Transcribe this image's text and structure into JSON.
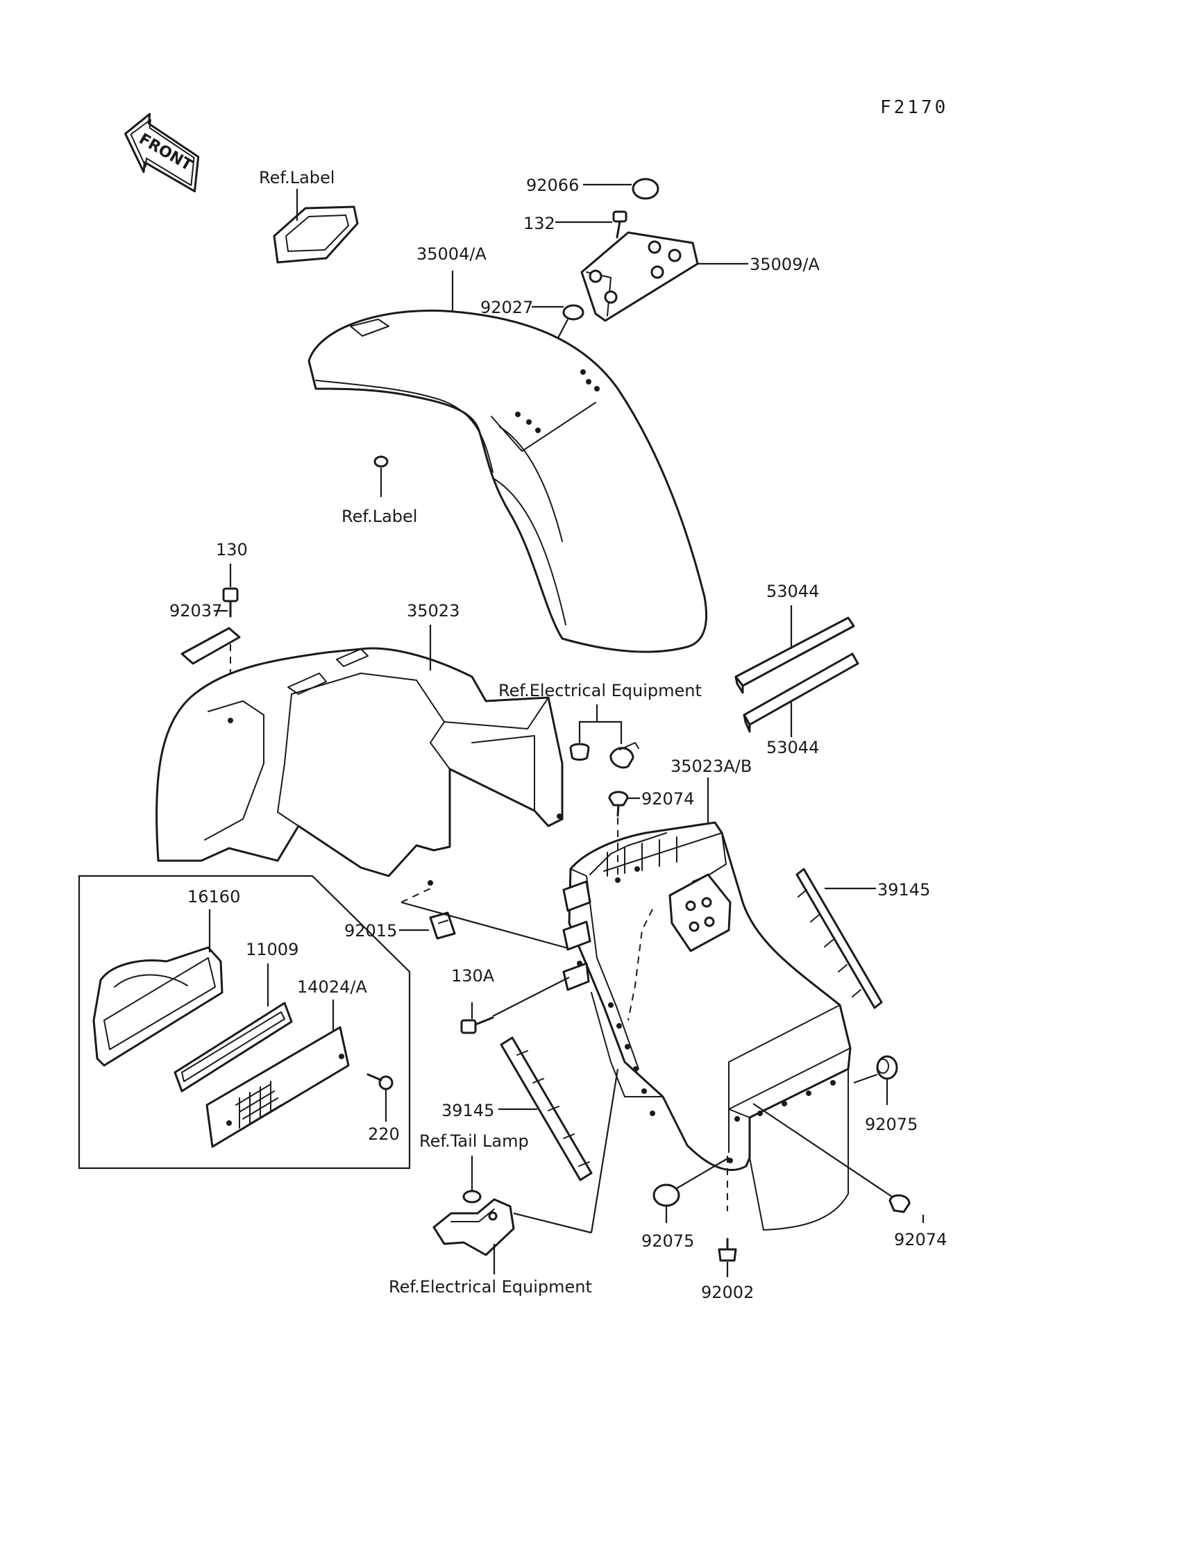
{
  "diagram_code": "F2170",
  "front_arrow_label": "FRONT",
  "labels": {
    "ref_label_top": "Ref.Label",
    "ref_label_mid": "Ref.Label",
    "p92066": "92066",
    "p132": "132",
    "p35009A": "35009/A",
    "p35004A": "35004/A",
    "p92027": "92027",
    "p130": "130",
    "p92037": "92037",
    "p35023": "35023",
    "p53044_top": "53044",
    "p53044_bottom": "53044",
    "ref_electrical_top": "Ref.Electrical Equipment",
    "p35023AB": "35023A/B",
    "p92074_top": "92074",
    "p39145_right": "39145",
    "p16160": "16160",
    "p11009": "11009",
    "p14024A": "14024/A",
    "p92015": "92015",
    "p130A": "130A",
    "p220": "220",
    "p39145_left": "39145",
    "ref_tail_lamp": "Ref.Tail Lamp",
    "p92075_right": "92075",
    "p92075_left": "92075",
    "p92074_bottom": "92074",
    "p92002": "92002",
    "ref_electrical_bottom": "Ref.Electrical Equipment"
  }
}
